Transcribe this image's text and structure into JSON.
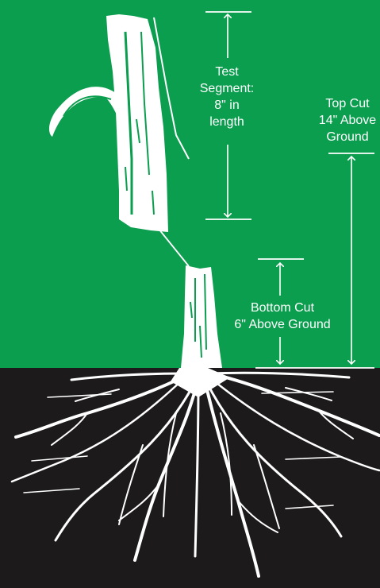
{
  "diagram": {
    "test_segment": {
      "line1": "Test",
      "line2": "Segment:",
      "line3": "8\" in",
      "line4": "length"
    },
    "top_cut": {
      "line1": "Top Cut",
      "line2": "14\" Above",
      "line3": "Ground"
    },
    "bottom_cut": {
      "line1": "Bottom Cut",
      "line2": "6\" Above Ground"
    },
    "colors": {
      "background_top": "#0c9e4f",
      "ground": "#1c1a1b",
      "lines": "#ffffff"
    }
  }
}
